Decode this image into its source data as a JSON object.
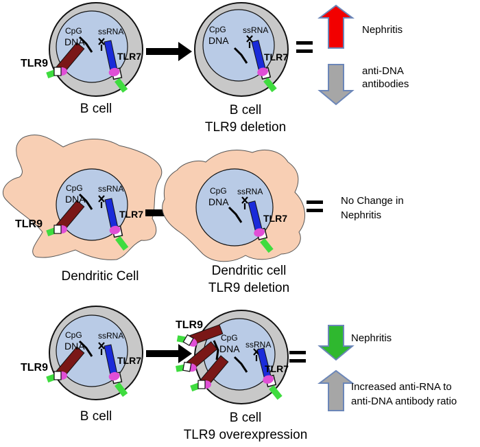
{
  "panel_bcell": {
    "dna_label_1": "CpG",
    "dna_label_2": "DNA",
    "rna_label": "ssRNA",
    "tlr9_label": "TLR9",
    "tlr7_label": "TLR7",
    "caption": "B cell"
  },
  "panel_bcell_deletion": {
    "dna_label_1": "CpG",
    "dna_label_2": "DNA",
    "rna_label": "ssRNA",
    "tlr7_label": "TLR7",
    "caption_1": "B cell",
    "caption_2": "TLR9 deletion"
  },
  "panel_dc": {
    "dna_label_1": "CpG",
    "dna_label_2": "DNA",
    "rna_label": "ssRNA",
    "tlr9_label": "TLR9",
    "tlr7_label": "TLR7",
    "caption": "Dendritic Cell"
  },
  "panel_dc_deletion": {
    "dna_label_1": "CpG",
    "dna_label_2": "DNA",
    "rna_label": "ssRNA",
    "tlr7_label": "TLR7",
    "caption_1": "Dendritic cell",
    "caption_2": "TLR9 deletion"
  },
  "panel_bcell_2": {
    "dna_label_1": "CpG",
    "dna_label_2": "DNA",
    "rna_label": "ssRNA",
    "tlr9_label": "TLR9",
    "tlr7_label": "TLR7",
    "caption": "B cell"
  },
  "panel_bcell_overexpression": {
    "dna_label_1": "CpG",
    "dna_label_2": "DNA",
    "rna_label": "ssRNA",
    "tlr9_label": "TLR9",
    "tlr7_label": "TLR7",
    "caption_1": "B cell",
    "caption_2": "TLR9 overexpression"
  },
  "outcomes": {
    "row1_up": "Nephritis",
    "row1_down_1": "anti-DNA",
    "row1_down_2": "antibodies",
    "row2_1": "No Change in",
    "row2_2": "Nephritis",
    "row3_down": "Nephritis",
    "row3_up_1": "Increased anti-RNA to",
    "row3_up_2": "anti-DNA antibody ratio"
  },
  "colors": {
    "cell_gray": "#c8c8c8",
    "nucleus_blue": "#b9cbe6",
    "dc_peach": "#f8cfb4",
    "tlr9_maroon": "#7a1717",
    "tlr7_blue": "#1a2bd9",
    "adaptor_magenta": "#e04fd6",
    "adaptor_green": "#3fdc3f",
    "arrow_red": "#f20000",
    "arrow_green": "#2fb82f",
    "arrow_gray": "#a6a6a6",
    "arrow_outline": "#6b86b8"
  }
}
